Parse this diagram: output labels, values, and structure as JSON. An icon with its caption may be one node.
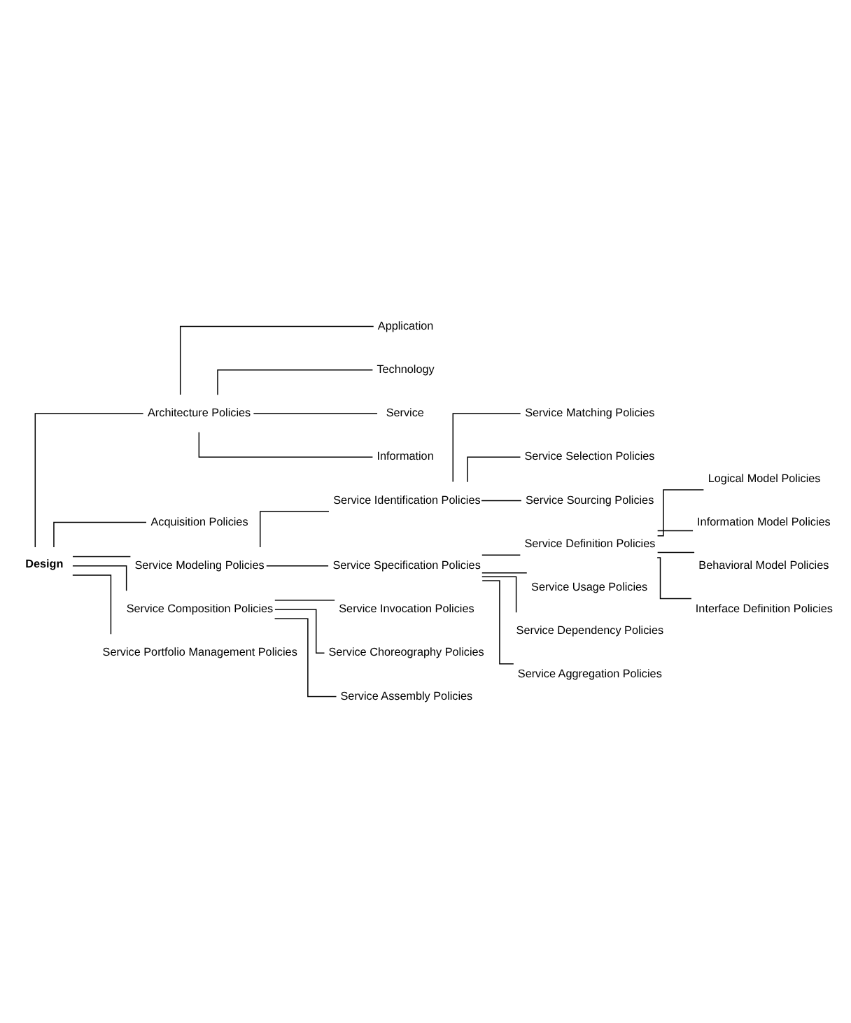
{
  "diagram": {
    "nodes": [
      {
        "text": [
          "Design"
        ]
      },
      {
        "text": [
          "Architecture Policies"
        ]
      },
      {
        "text": [
          "Application"
        ]
      },
      {
        "text": [
          "Technology"
        ]
      },
      {
        "text": [
          "Service"
        ]
      },
      {
        "text": [
          "Information"
        ]
      },
      {
        "text": [
          "Acquisition Policies"
        ]
      },
      {
        "text": [
          "Service Modeling Policies"
        ]
      },
      {
        "text": [
          "Service Identification Policies"
        ]
      },
      {
        "text": [
          "Service Matching Policies"
        ]
      },
      {
        "text": [
          "Service Selection Policies"
        ]
      },
      {
        "text": [
          "Service Sourcing Policies"
        ]
      },
      {
        "text": [
          "Service Specification Policies"
        ]
      },
      {
        "text": [
          "Service Definition Policies"
        ]
      },
      {
        "text": [
          "Logical Model Policies"
        ]
      },
      {
        "text": [
          "Information Model Policies"
        ]
      },
      {
        "text": [
          "Behavioral Model Policies"
        ]
      },
      {
        "text": [
          "Interface Definition Policies"
        ]
      },
      {
        "text": [
          "Service Usage Policies"
        ]
      },
      {
        "text": [
          "Service Dependency Policies"
        ]
      },
      {
        "text": [
          "Service Aggregation Policies"
        ]
      },
      {
        "text": [
          "Service Composition Policies"
        ]
      },
      {
        "text": [
          "Service Invocation Policies"
        ]
      },
      {
        "text": [
          "Service Choreography Policies"
        ]
      },
      {
        "text": [
          "Service Assembly Policies"
        ]
      },
      {
        "text": [
          "Service Portfolio Management Policies"
        ]
      }
    ],
    "edges": [
      {
        "from": 0,
        "to": 1,
        "arrow": "none"
      },
      {
        "from": 0,
        "to": 6,
        "arrow": "none"
      },
      {
        "from": 0,
        "to": 7,
        "arrow": "none"
      },
      {
        "from": 0,
        "to": 21,
        "arrow": "none"
      },
      {
        "from": 0,
        "to": 25,
        "arrow": "none"
      },
      {
        "from": 1,
        "to": 2,
        "arrow": "none"
      },
      {
        "from": 1,
        "to": 3,
        "arrow": "none"
      },
      {
        "from": 1,
        "to": 4,
        "arrow": "none"
      },
      {
        "from": 1,
        "to": 5,
        "arrow": "none"
      },
      {
        "from": 7,
        "to": 8,
        "arrow": "none"
      },
      {
        "from": 7,
        "to": 12,
        "arrow": "none"
      },
      {
        "from": 8,
        "to": 9,
        "arrow": "none"
      },
      {
        "from": 8,
        "to": 10,
        "arrow": "none"
      },
      {
        "from": 8,
        "to": 11,
        "arrow": "none"
      },
      {
        "from": 12,
        "to": 13,
        "arrow": "none"
      },
      {
        "from": 12,
        "to": 18,
        "arrow": "none"
      },
      {
        "from": 12,
        "to": 19,
        "arrow": "none"
      },
      {
        "from": 12,
        "to": 20,
        "arrow": "none"
      },
      {
        "from": 13,
        "to": 14,
        "arrow": "none"
      },
      {
        "from": 13,
        "to": 15,
        "arrow": "none"
      },
      {
        "from": 13,
        "to": 16,
        "arrow": "none"
      },
      {
        "from": 13,
        "to": 17,
        "arrow": "none"
      },
      {
        "from": 21,
        "to": 22,
        "arrow": "none"
      },
      {
        "from": 21,
        "to": 23,
        "arrow": "none"
      },
      {
        "from": 21,
        "to": 24,
        "arrow": "none"
      }
    ]
  }
}
